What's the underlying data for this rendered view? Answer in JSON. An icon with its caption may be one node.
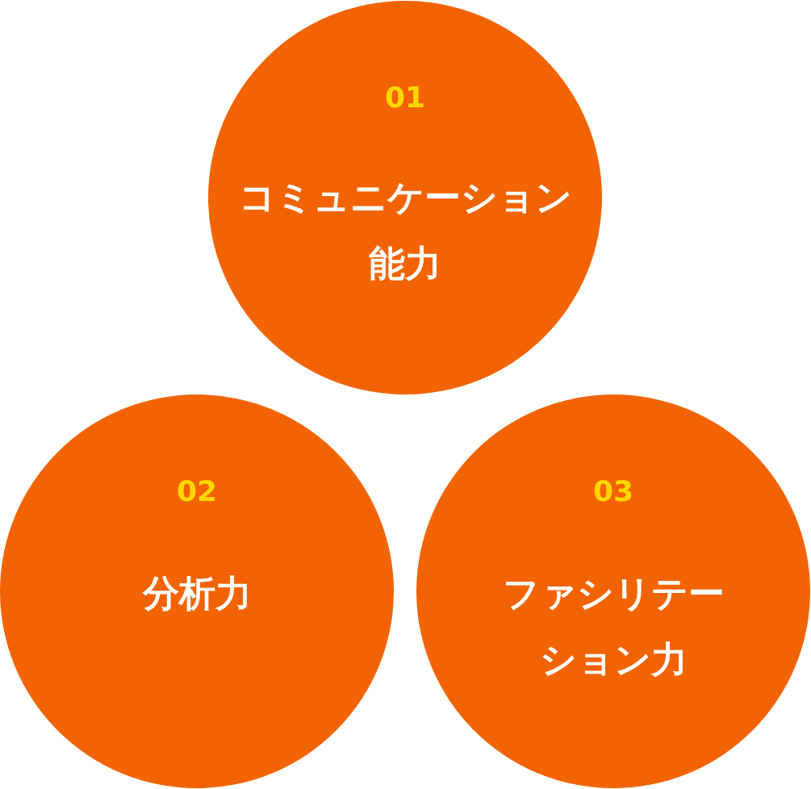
{
  "diagram": {
    "nodes": [
      {
        "text": [
          "01",
          "コミュニケーション能力"
        ]
      },
      {
        "text": [
          "02",
          "分析力"
        ]
      },
      {
        "text": [
          "03",
          "ファシリテーション力"
        ]
      }
    ]
  }
}
